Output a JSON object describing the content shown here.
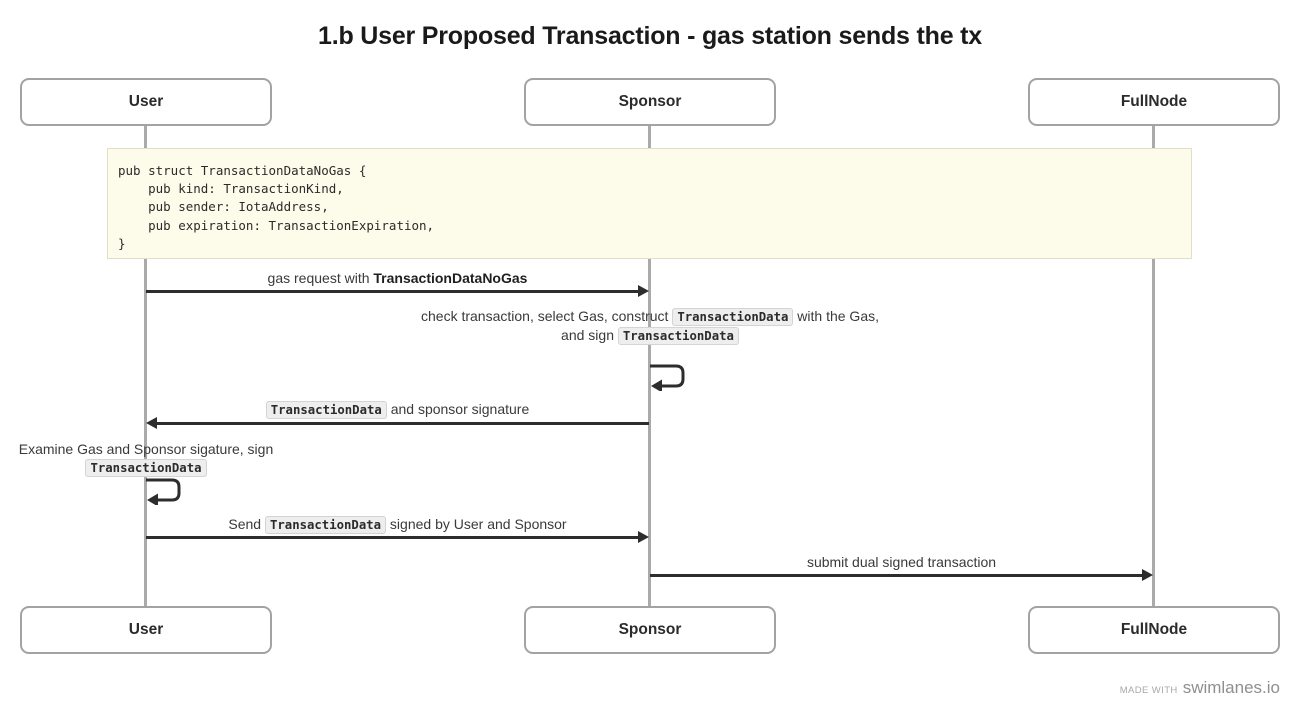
{
  "title": "1.b User Proposed Transaction - gas station sends the tx",
  "participants": [
    {
      "name": "User",
      "label": "User"
    },
    {
      "name": "Sponsor",
      "label": "Sponsor"
    },
    {
      "name": "FullNode",
      "label": "FullNode"
    }
  ],
  "note": {
    "code": "pub struct TransactionDataNoGas {\n    pub kind: TransactionKind,\n    pub sender: IotaAddress,\n    pub expiration: TransactionExpiration,\n}",
    "background": "#fdfcea",
    "border": "#e2dfc4"
  },
  "messages": [
    {
      "id": "gas-request",
      "from": "User",
      "to": "Sponsor",
      "direction": "right",
      "segments": [
        {
          "type": "text",
          "value": "gas request with "
        },
        {
          "type": "bold",
          "value": "TransactionDataNoGas"
        }
      ],
      "plain": "gas request with TransactionDataNoGas"
    },
    {
      "id": "sponsor-self-check",
      "from": "Sponsor",
      "to": "Sponsor",
      "direction": "self",
      "segments": [
        {
          "type": "text",
          "value": "check transaction, select Gas, construct "
        },
        {
          "type": "code",
          "value": "TransactionData"
        },
        {
          "type": "text",
          "value": " with the Gas, and sign "
        },
        {
          "type": "code",
          "value": "TransactionData"
        }
      ],
      "plain": "check transaction, select Gas, construct TransactionData with the Gas, and sign TransactionData"
    },
    {
      "id": "txdata-and-sponsor-signature",
      "from": "Sponsor",
      "to": "User",
      "direction": "left",
      "segments": [
        {
          "type": "code",
          "value": "TransactionData"
        },
        {
          "type": "text",
          "value": " and sponsor signature"
        }
      ],
      "plain": "TransactionData and sponsor signature"
    },
    {
      "id": "user-self-examine",
      "from": "User",
      "to": "User",
      "direction": "self",
      "segments": [
        {
          "type": "text",
          "value": "Examine Gas and Sponsor sigature, sign "
        },
        {
          "type": "code",
          "value": "TransactionData"
        }
      ],
      "plain": "Examine Gas and Sponsor sigature, sign TransactionData"
    },
    {
      "id": "send-dual-signed",
      "from": "User",
      "to": "Sponsor",
      "direction": "right",
      "segments": [
        {
          "type": "text",
          "value": "Send "
        },
        {
          "type": "code",
          "value": "TransactionData"
        },
        {
          "type": "text",
          "value": " signed by User and Sponsor"
        }
      ],
      "plain": "Send TransactionData signed by User and Sponsor"
    },
    {
      "id": "submit-dual-signed",
      "from": "Sponsor",
      "to": "FullNode",
      "direction": "right",
      "segments": [
        {
          "type": "text",
          "value": "submit dual signed transaction"
        }
      ],
      "plain": "submit dual signed transaction"
    }
  ],
  "footer": {
    "made_with": "MADE WITH",
    "brand": "swimlanes.io"
  },
  "colors": {
    "arrow": "#2d2d2d",
    "lifeline": "#aaaaaa",
    "box_border": "#a3a3a3",
    "text": "#333333",
    "title": "#1a1a1a"
  }
}
